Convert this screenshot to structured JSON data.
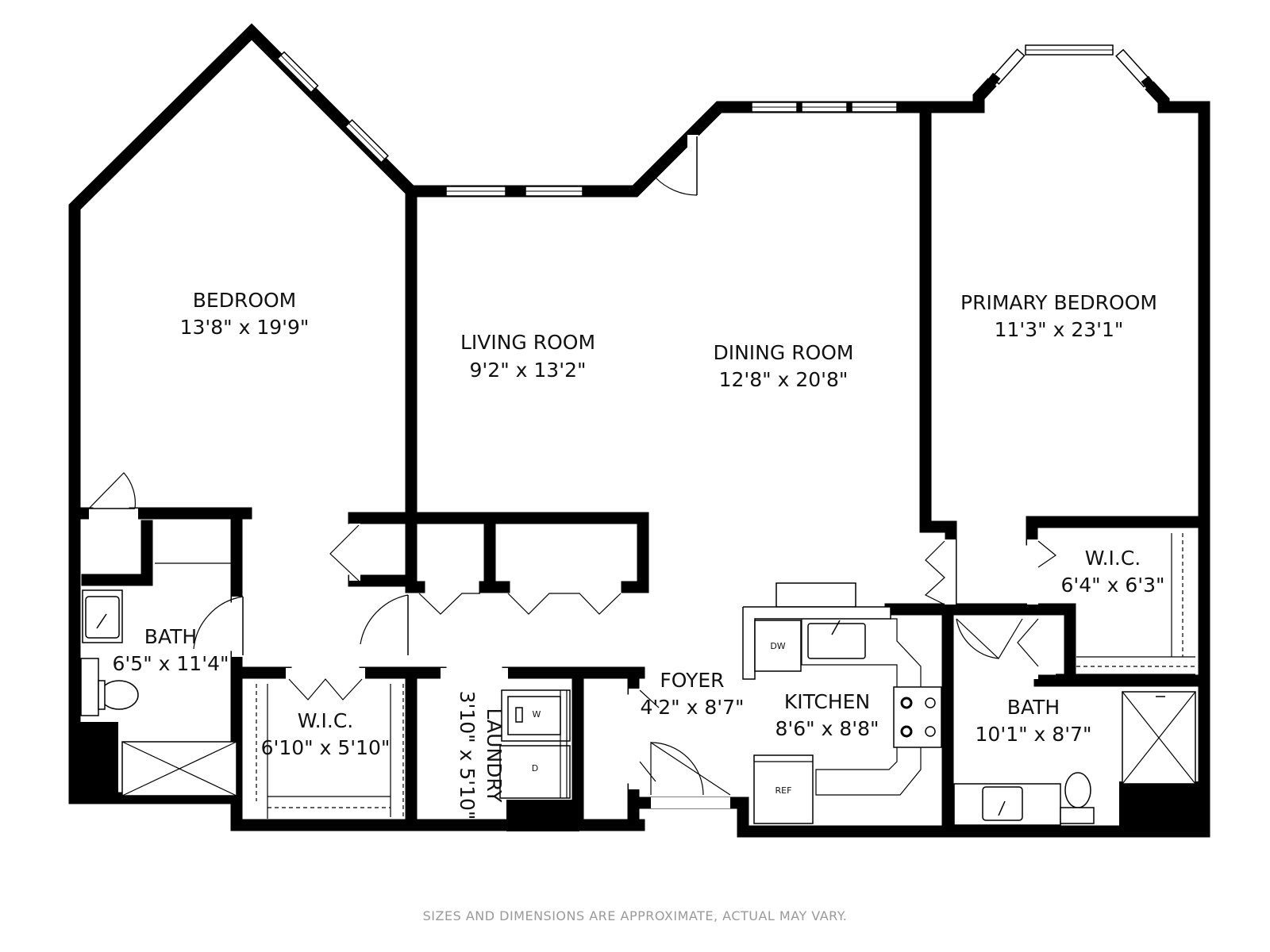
{
  "rooms": {
    "bedroom": {
      "name": "BEDROOM",
      "dim": "13'8\" x 19'9\""
    },
    "living_room": {
      "name": "LIVING ROOM",
      "dim": "9'2\" x 13'2\""
    },
    "dining_room": {
      "name": "DINING ROOM",
      "dim": "12'8\" x 20'8\""
    },
    "primary_bedroom": {
      "name": "PRIMARY BEDROOM",
      "dim": "11'3\" x 23'1\""
    },
    "bath_left": {
      "name": "BATH",
      "dim": "6'5\" x 11'4\""
    },
    "wic_left": {
      "name": "W.I.C.",
      "dim": "6'10\" x 5'10\""
    },
    "laundry": {
      "name": "LAUNDRY",
      "dim": "3'10\" x 5'10\""
    },
    "foyer": {
      "name": "FOYER",
      "dim": "4'2\" x 8'7\""
    },
    "kitchen": {
      "name": "KITCHEN",
      "dim": "8'6\" x 8'8\""
    },
    "bath_right": {
      "name": "BATH",
      "dim": "10'1\" x 8'7\""
    },
    "wic_right": {
      "name": "W.I.C.",
      "dim": "6'4\" x 6'3\""
    }
  },
  "appliances": {
    "dishwasher": "DW",
    "refrigerator": "REF",
    "washer": "W",
    "dryer": "D"
  },
  "footer": {
    "disclaimer": "SIZES AND DIMENSIONS ARE APPROXIMATE, ACTUAL MAY VARY."
  }
}
